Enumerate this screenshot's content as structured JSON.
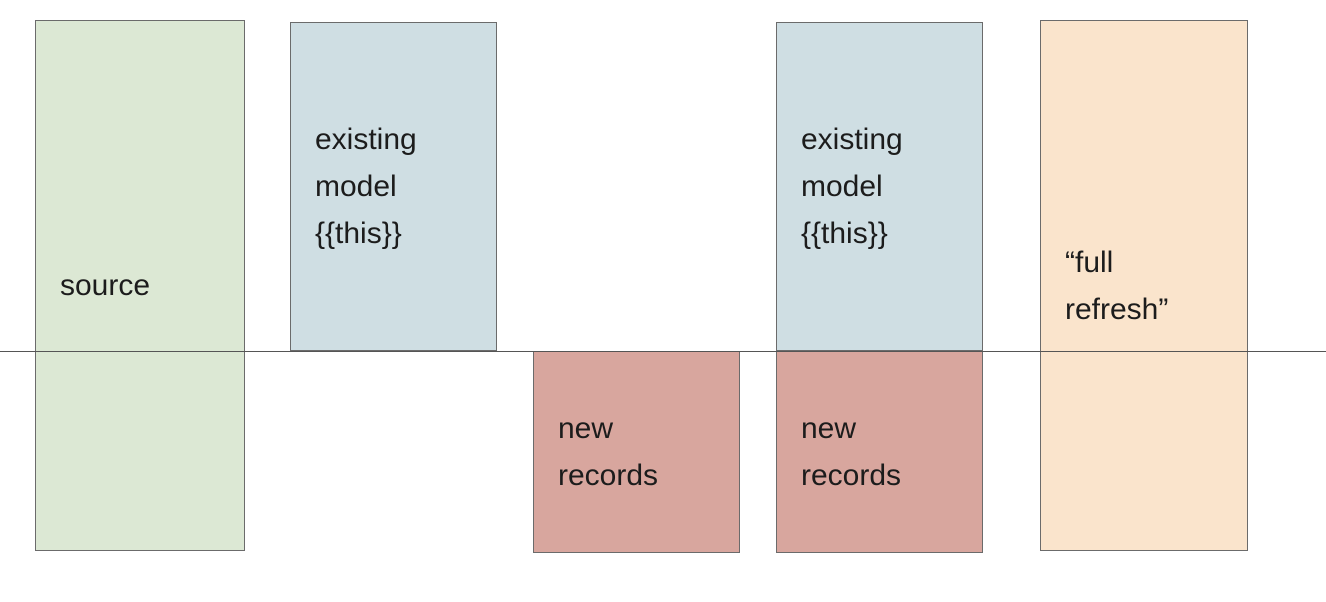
{
  "diagram": {
    "boxes": [
      {
        "name": "source",
        "label": "source",
        "color": "#dce8d4"
      },
      {
        "name": "existing-model-1",
        "label": "existing\nmodel\n{{this}}",
        "color": "#cfdee3"
      },
      {
        "name": "new-records-1",
        "label": "new\nrecords",
        "color": "#d8a69e"
      },
      {
        "name": "existing-model-2",
        "label": "existing\nmodel\n{{this}}",
        "color": "#cfdee3"
      },
      {
        "name": "new-records-2",
        "label": "new\nrecords",
        "color": "#d8a69e"
      },
      {
        "name": "full-refresh",
        "label": "“full\nrefresh”",
        "color": "#fae4cc"
      }
    ],
    "divider_color": "#555555"
  }
}
